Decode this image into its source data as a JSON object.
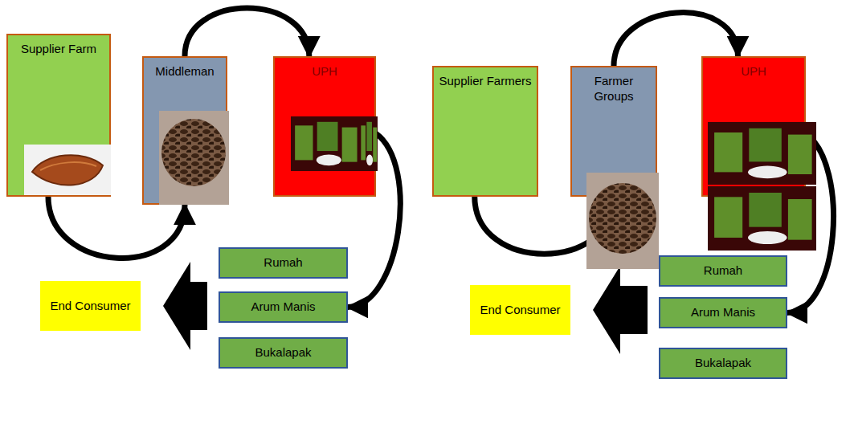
{
  "diagram": {
    "nodes": [
      {
        "text": [
          "Supplier Farm"
        ]
      },
      {
        "text": [
          "Middleman"
        ]
      },
      {
        "text": [
          "UPH"
        ]
      },
      {
        "text": [
          "Rumah"
        ]
      },
      {
        "text": [
          "Arum Manis"
        ]
      },
      {
        "text": [
          "Bukalapak"
        ]
      },
      {
        "text": [
          "End Consumer"
        ]
      },
      {
        "text": [
          "Supplier Farmers"
        ]
      },
      {
        "text": [
          "Farmer Groups"
        ]
      },
      {
        "text": [
          "UPH"
        ]
      },
      {
        "text": [
          "Rumah"
        ]
      },
      {
        "text": [
          "Arum Manis"
        ]
      },
      {
        "text": [
          "Bukalapak"
        ]
      },
      {
        "text": [
          "End Consumer"
        ]
      }
    ],
    "edges": [
      {
        "from": 0,
        "to": 1,
        "arrow": "to"
      },
      {
        "from": 1,
        "to": 2,
        "arrow": "to"
      },
      {
        "from": 2,
        "to": 4,
        "arrow": "to"
      },
      {
        "from": 4,
        "to": 6,
        "arrow": "to"
      },
      {
        "from": 7,
        "to": 8,
        "arrow": "to"
      },
      {
        "from": 8,
        "to": 9,
        "arrow": "to"
      },
      {
        "from": 9,
        "to": 11,
        "arrow": "to"
      },
      {
        "from": 11,
        "to": 13,
        "arrow": "to"
      }
    ]
  }
}
